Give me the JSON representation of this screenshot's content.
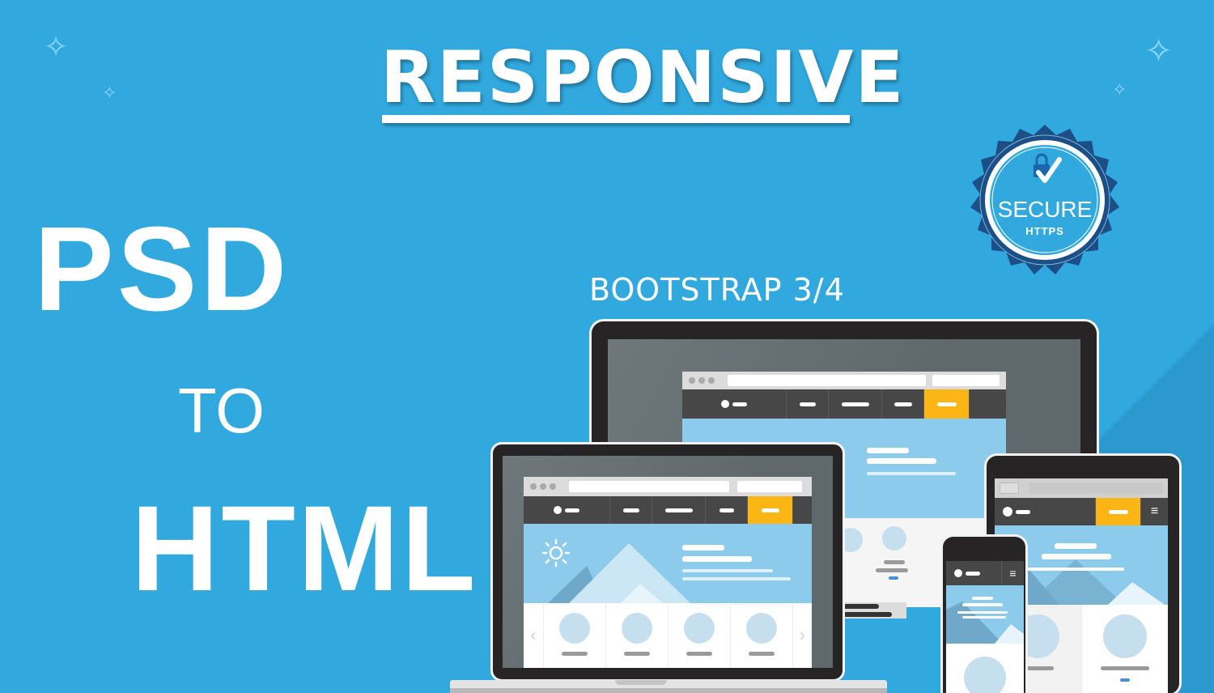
{
  "heading": {
    "title": "RESPONSIVE"
  },
  "hero_text": {
    "line1": "PSD",
    "line2": "TO",
    "line3": "HTML"
  },
  "subtitle": "BOOTSTRAP 3/4",
  "badge": {
    "title": "SECURE",
    "subtitle": "HTTPS",
    "icon": "padlock-check-icon"
  },
  "colors": {
    "background": "#31a9df",
    "accent": "#fbb515",
    "device": "#262424",
    "hero": "#8ccbeb",
    "badge_ring": "#1b4f86"
  },
  "sparkles": [
    {
      "icon": "sparkle-icon",
      "glyph": "✧"
    },
    {
      "icon": "sparkle-icon",
      "glyph": "✧"
    },
    {
      "icon": "sparkle-icon",
      "glyph": "✧"
    },
    {
      "icon": "sparkle-icon",
      "glyph": "✧"
    }
  ],
  "devices": [
    {
      "type": "desktop-monitor",
      "nav_items": 4,
      "active_nav_index": 3
    },
    {
      "type": "laptop",
      "nav_items": 4,
      "active_nav_index": 3,
      "cards": 4
    },
    {
      "type": "tablet",
      "nav_items": 1,
      "active_nav_index": 0,
      "menu_icon": "hamburger-icon"
    },
    {
      "type": "phone",
      "menu_icon": "hamburger-icon"
    }
  ]
}
